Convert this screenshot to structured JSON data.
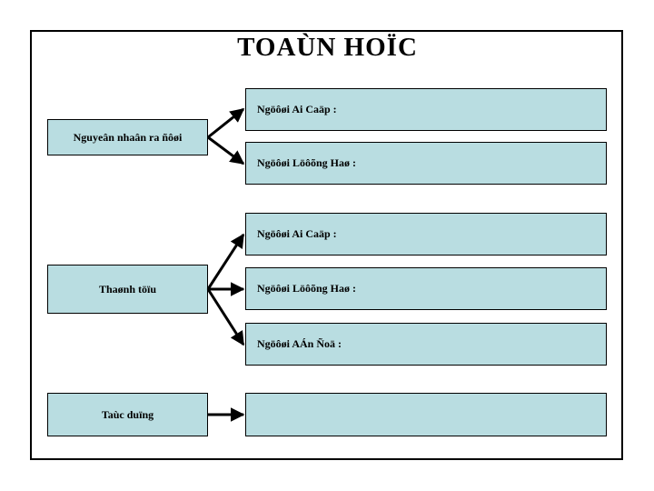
{
  "slide": {
    "title": "TOAÙN HOÏC",
    "background_color": "#ffffff",
    "frame_border_color": "#000000",
    "box_fill_color": "#b9dde1",
    "box_border_color": "#000000",
    "arrow_color": "#000000"
  },
  "groups": [
    {
      "source": {
        "label": "Nguyeân nhaân ra ñôøi"
      },
      "targets": [
        {
          "label": "Ngöôøi Ai Caäp :"
        },
        {
          "label": "Ngöôøi Löôõng Haø :"
        }
      ]
    },
    {
      "source": {
        "label": "Thaønh töïu"
      },
      "targets": [
        {
          "label": "Ngöôøi Ai Caäp :"
        },
        {
          "label": "Ngöôøi Löôõng Haø :"
        },
        {
          "label": "Ngöôøi AÁn Ñoä :"
        }
      ]
    },
    {
      "source": {
        "label": "Taùc duïng"
      },
      "targets": [
        {
          "label": ""
        }
      ]
    }
  ]
}
